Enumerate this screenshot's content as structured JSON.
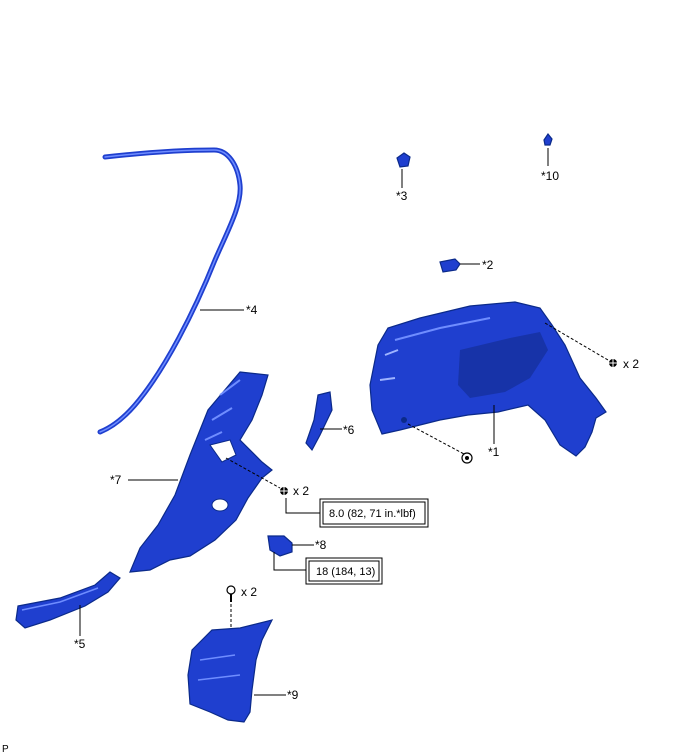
{
  "colors": {
    "part_fill": "#1f3fcf",
    "part_dark": "#0b2a8a",
    "part_light": "#4f73ff",
    "line": "#000000"
  },
  "callouts": {
    "p1": "*1",
    "p2": "*2",
    "p3": "*3",
    "p4": "*4",
    "p5": "*5",
    "p6": "*6",
    "p7": "*7",
    "p8": "*8",
    "p9": "*9",
    "p10": "*10"
  },
  "quantities": {
    "q_right": "x 2",
    "q_mid": "x 2",
    "q_bottom": "x 2"
  },
  "torque": {
    "t1": "8.0 (82, 71 in.*lbf)",
    "t2": "18 (184, 13)"
  },
  "corner_label": "P"
}
